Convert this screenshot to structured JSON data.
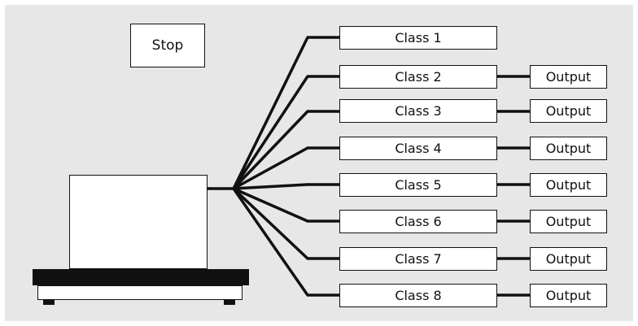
{
  "stop": {
    "label": "Stop"
  },
  "classes": [
    {
      "label": "Class 1",
      "output": ""
    },
    {
      "label": "Class 2",
      "output": "Output"
    },
    {
      "label": "Class 3",
      "output": "Output"
    },
    {
      "label": "Class 4",
      "output": "Output"
    },
    {
      "label": "Class 5",
      "output": "Output"
    },
    {
      "label": "Class 6",
      "output": "Output"
    },
    {
      "label": "Class 7",
      "output": "Output"
    },
    {
      "label": "Class 8",
      "output": "Output"
    }
  ]
}
